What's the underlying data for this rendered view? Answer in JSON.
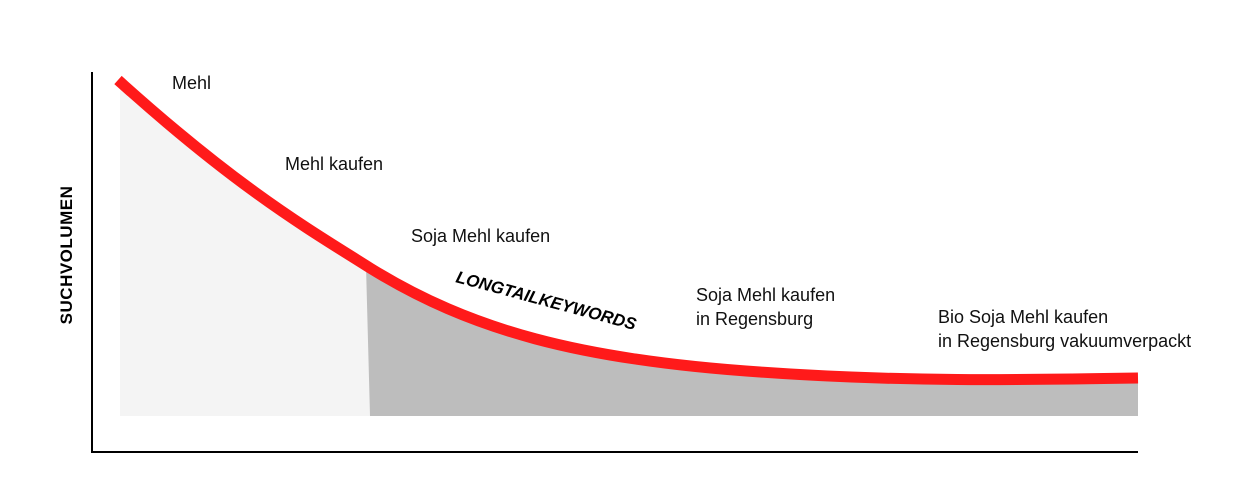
{
  "chart_data": {
    "type": "area",
    "title": "",
    "xlabel": "",
    "ylabel": "SUCHVOLUMEN",
    "curve_label": "LONGTAILKEYWORDS",
    "annotations": [
      {
        "lines": [
          "Mehl"
        ]
      },
      {
        "lines": [
          "Mehl kaufen"
        ]
      },
      {
        "lines": [
          "Soja Mehl kaufen"
        ]
      },
      {
        "lines": [
          "Soja Mehl kaufen",
          "in Regensburg"
        ]
      },
      {
        "lines": [
          "Bio Soja Mehl kaufen",
          "in Regensburg vakuumverpackt"
        ]
      }
    ],
    "grid": false,
    "colors": {
      "curve": "#ff1a1a",
      "head_area": "#f4f4f4",
      "tail_area": "#bdbdbd",
      "axis": "#000000"
    }
  }
}
